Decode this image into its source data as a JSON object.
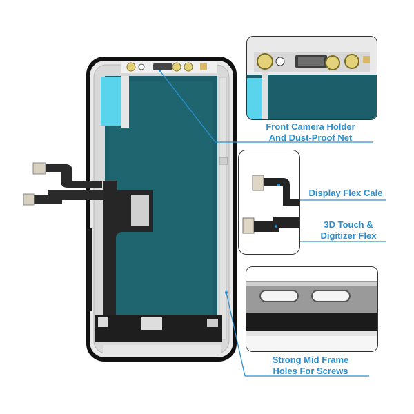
{
  "callouts": {
    "camera": {
      "line1": "Front Camera Holder",
      "line2": "And Dust-Proof Net"
    },
    "flex_display": {
      "text": "Display Flex Cale"
    },
    "flex_touch": {
      "line1": "3D Touch &",
      "line2": "Digitizer Flex"
    },
    "frame": {
      "line1": "Strong Mid Frame",
      "line2": "Holes For Screws"
    }
  },
  "colors": {
    "accent": "#2a8fd0",
    "panel": "#1c5f6a",
    "frame": "#111111",
    "flex": "#2a2a2a",
    "cyan_tape": "#5ad3ec"
  }
}
